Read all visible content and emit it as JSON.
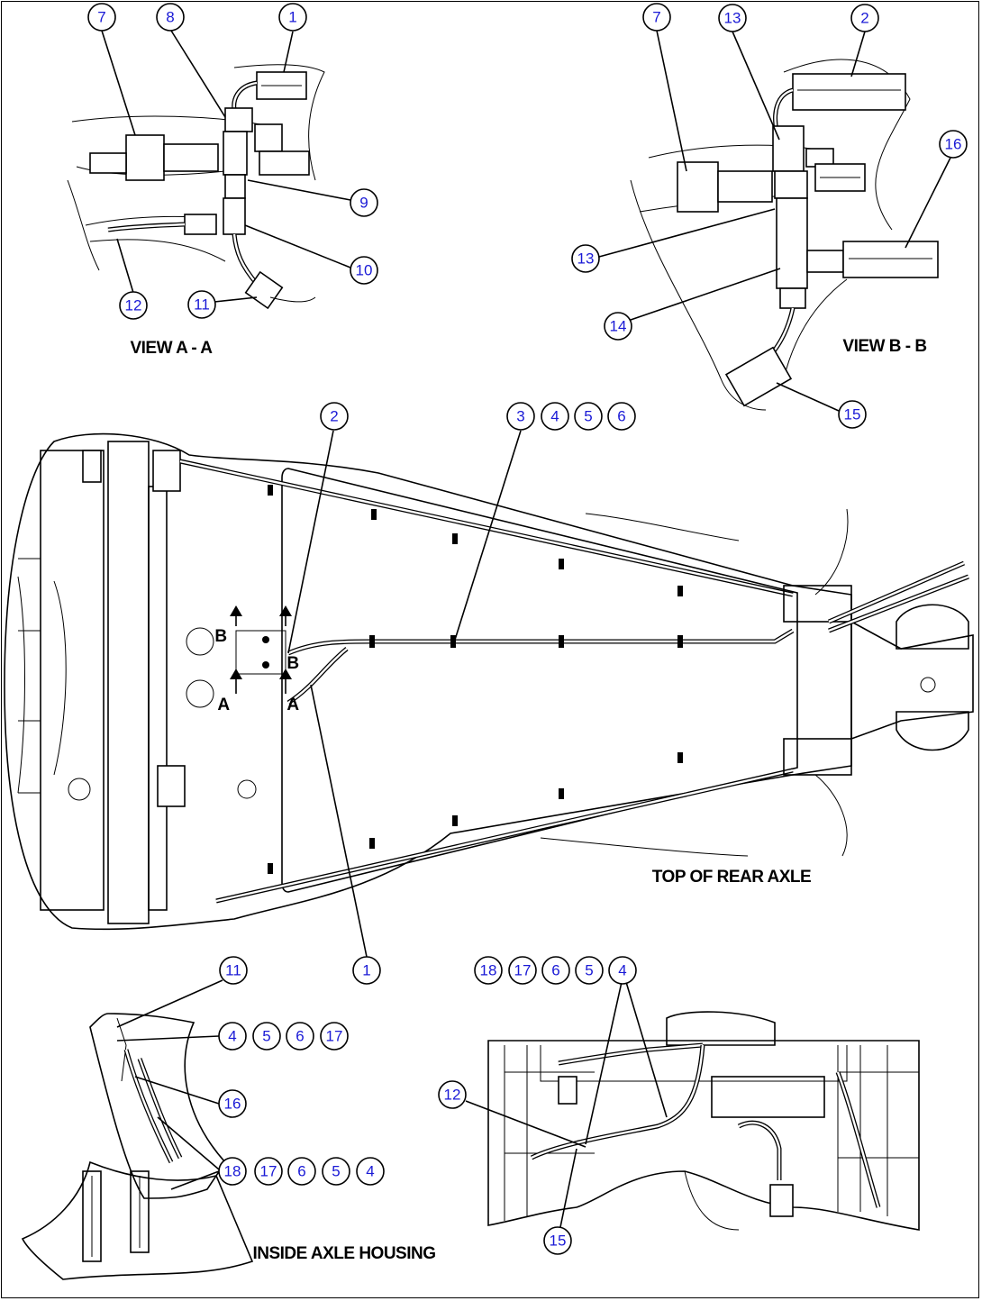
{
  "views": {
    "view_a": {
      "caption": "VIEW A - A",
      "callouts": [
        "7",
        "8",
        "1",
        "9",
        "10",
        "12",
        "11"
      ]
    },
    "view_b": {
      "caption": "VIEW B - B",
      "callouts": [
        "7",
        "13",
        "2",
        "16",
        "13",
        "14",
        "15"
      ]
    },
    "top_axle": {
      "caption": "TOP OF REAR AXLE",
      "callouts": [
        "2",
        "3",
        "4",
        "5",
        "6",
        "1"
      ],
      "section_marks": [
        "B",
        "B",
        "A",
        "A"
      ]
    },
    "inside_housing": {
      "caption": "INSIDE AXLE HOUSING",
      "callouts": [
        "11",
        "4",
        "5",
        "6",
        "17",
        "16",
        "18",
        "17",
        "6",
        "5",
        "4"
      ]
    },
    "bottom_right": {
      "callouts": [
        "18",
        "17",
        "6",
        "5",
        "4",
        "12",
        "15"
      ]
    }
  }
}
